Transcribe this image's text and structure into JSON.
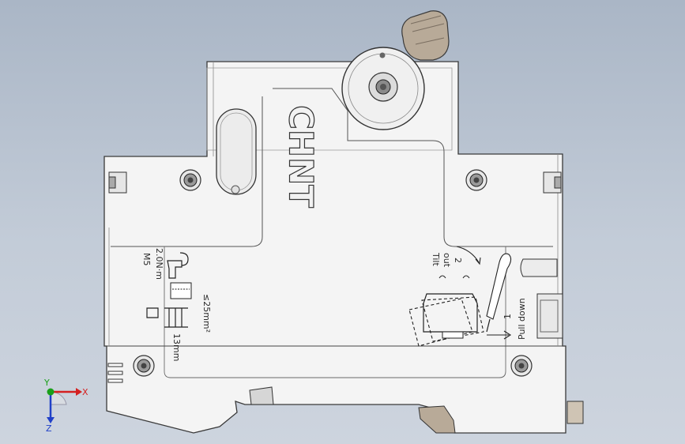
{
  "viewport": {
    "background_top": "#aab6c6",
    "background_bottom": "#cdd4de"
  },
  "part": {
    "body_color": "#f4f4f4",
    "edge_color": "#3a3a3a",
    "knob_color": "#b8aa98",
    "brand": "CHNT"
  },
  "labels": {
    "torque_size": "M5",
    "torque_value": "2.0N·m",
    "strip_length": "13mm",
    "wire_size": "≤25mm²",
    "tilt_line1": "Tilt",
    "tilt_line2": "out",
    "step_two": "2",
    "step_one": "1",
    "pull_down": "Pull down"
  },
  "triad": {
    "x_label": "X",
    "y_label": "Y",
    "z_label": "Z",
    "x_color": "#d42020",
    "y_color": "#1aa01a",
    "z_color": "#2040c8"
  }
}
